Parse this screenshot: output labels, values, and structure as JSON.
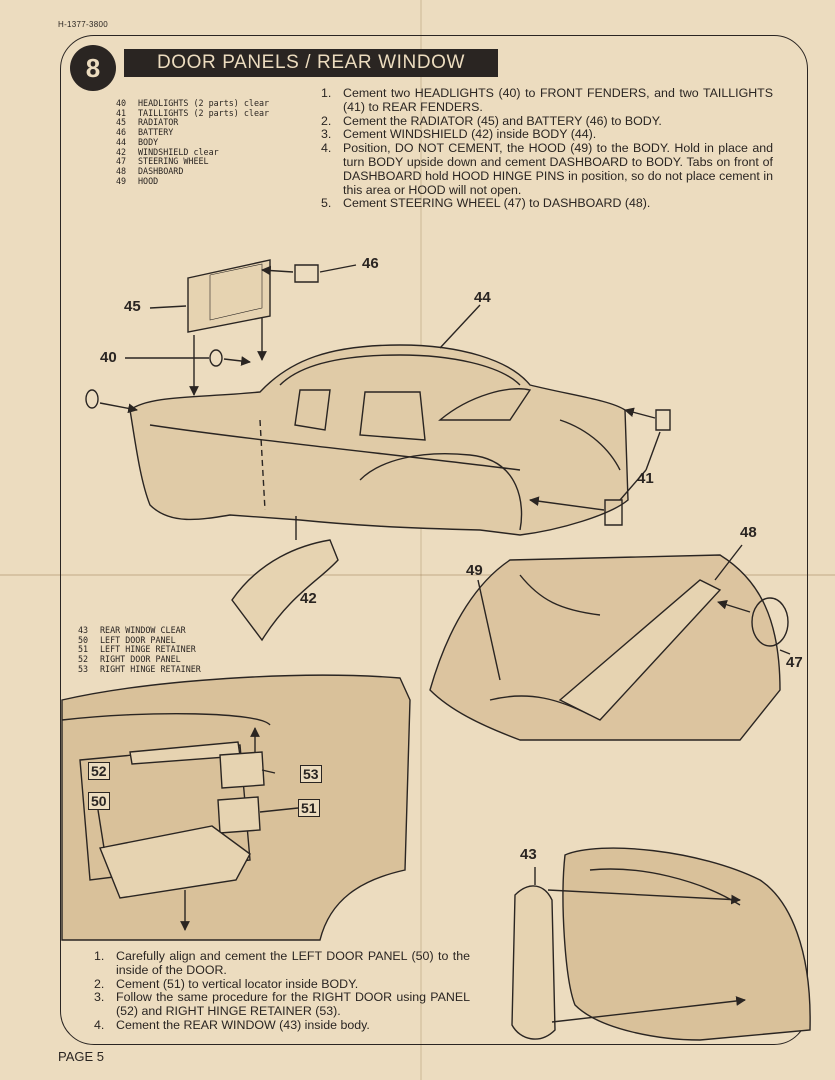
{
  "doc_code": "H-1377-3800",
  "step_number": "8",
  "title": "DOOR PANELS / REAR WINDOW",
  "legend_top": [
    {
      "num": "40",
      "text": "HEADLIGHTS (2 parts) clear"
    },
    {
      "num": "41",
      "text": "TAILLIGHTS (2 parts) clear"
    },
    {
      "num": "45",
      "text": "RADIATOR"
    },
    {
      "num": "46",
      "text": "BATTERY"
    },
    {
      "num": "44",
      "text": "BODY"
    },
    {
      "num": "42",
      "text": "WINDSHIELD clear"
    },
    {
      "num": "47",
      "text": "STEERING WHEEL"
    },
    {
      "num": "48",
      "text": "DASHBOARD"
    },
    {
      "num": "49",
      "text": "HOOD"
    }
  ],
  "instructions_top": [
    {
      "num": "1.",
      "text": "Cement two HEADLIGHTS (40) to FRONT FENDERS, and two TAILLIGHTS (41) to REAR FENDERS."
    },
    {
      "num": "2.",
      "text": "Cement the RADIATOR (45) and BATTERY (46) to BODY."
    },
    {
      "num": "3.",
      "text": "Cement WINDSHIELD (42) inside BODY (44)."
    },
    {
      "num": "4.",
      "text": "Position, DO NOT CEMENT, the HOOD (49) to the BODY. Hold in place and turn BODY upside down and cement DASHBOARD to BODY. Tabs on front of DASHBOARD hold HOOD HINGE PINS in position, so do not place cement in this area or HOOD will not open."
    },
    {
      "num": "5.",
      "text": "Cement STEERING WHEEL (47) to DASHBOARD (48)."
    }
  ],
  "legend_bottom": [
    {
      "num": "43",
      "text": "REAR WINDOW CLEAR"
    },
    {
      "num": "50",
      "text": "LEFT DOOR PANEL"
    },
    {
      "num": "51",
      "text": "LEFT HINGE RETAINER"
    },
    {
      "num": "52",
      "text": "RIGHT DOOR PANEL"
    },
    {
      "num": "53",
      "text": "RIGHT HINGE RETAINER"
    }
  ],
  "instructions_bottom": [
    {
      "num": "1.",
      "text": "Carefully align and cement the LEFT DOOR PANEL (50) to the inside of the DOOR."
    },
    {
      "num": "2.",
      "text": "Cement (51) to vertical locator inside BODY."
    },
    {
      "num": "3.",
      "text": "Follow the same procedure for the RIGHT DOOR using PANEL (52) and RIGHT HINGE RETAINER (53)."
    },
    {
      "num": "4.",
      "text": "Cement the REAR WINDOW (43) inside body."
    }
  ],
  "callouts": {
    "c46": "46",
    "c45": "45",
    "c44": "44",
    "c40": "40",
    "c41": "41",
    "c42": "42",
    "c48": "48",
    "c49": "49",
    "c47": "47",
    "c52": "52",
    "c53": "53",
    "c50": "50",
    "c51": "51",
    "c43": "43"
  },
  "page_label": "PAGE 5"
}
